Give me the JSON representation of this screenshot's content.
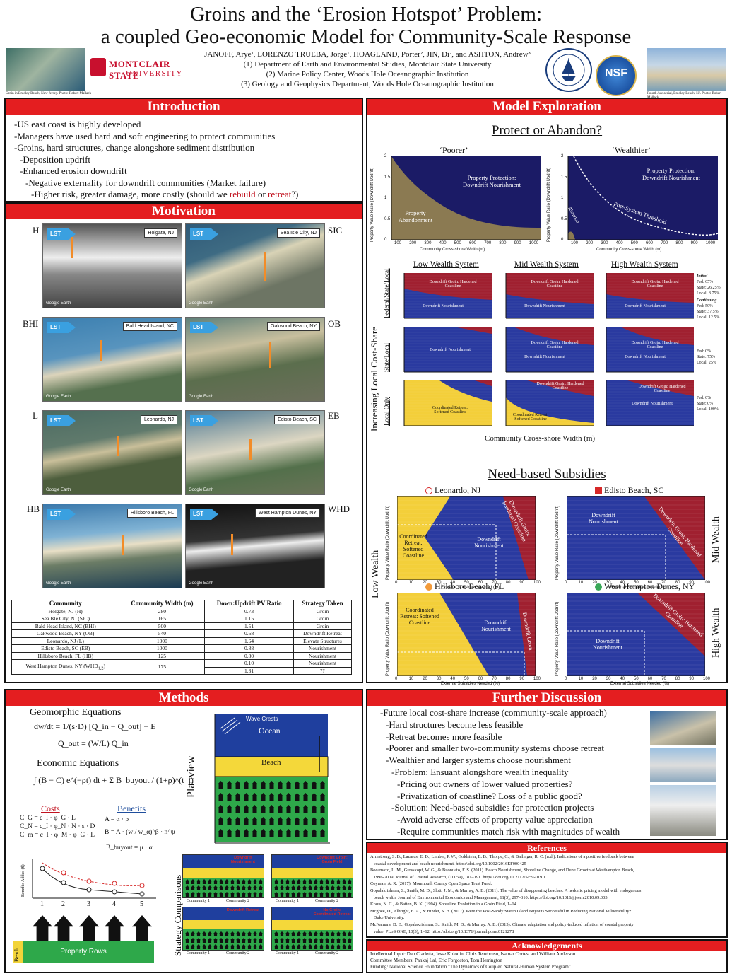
{
  "header": {
    "title_line1": "Groins and the ‘Erosion Hotspot’ Problem:",
    "title_line2": "a coupled Geo-economic Model for Community-Scale Response",
    "authors": "JANOFF, Arye¹, LORENZO TRUEBA, Jorge¹, HOAGLAND, Porter², JIN, Di², and ASHTON, Andrew³",
    "affil1": "(1) Department of Earth and Environmental Studies, Montclair State University",
    "affil2": "(2) Marine Policy Center, Woods Hole Oceanographic Institution",
    "affil3": "(3) Geology and Geophysics Department, Woods Hole Oceanographic Institution",
    "photo_left_caption": "Groin in Bradley Beach, New Jersey. Photo: Robert Mallack",
    "photo_right_caption": "Fourth Ave aerial, Bradley Beach, NJ. Photo: Robert Mallack",
    "msu_name": "MONTCLAIR STATE",
    "msu_sub": "UNIVERSITY",
    "nsf": "NSF"
  },
  "introduction": {
    "heading": "Introduction",
    "lines": [
      "-US east coast is highly developed",
      "-Managers have used hard and soft engineering to protect communities",
      "-Groins, hard structures, change alongshore sediment distribution",
      "-Deposition updrift",
      "-Enhanced erosion downdrift",
      "-Negative externality for downdrift communities (Market failure)"
    ],
    "last_line_prefix": "-Higher risk, greater damage, more costly (should we ",
    "rebuild": "rebuild",
    "or": " or ",
    "retreat": "retreat",
    "last_line_suffix": "?)"
  },
  "motivation": {
    "heading": "Motivation",
    "lst": "LST",
    "images": [
      {
        "abbr": "H",
        "tag": "Holgate, NJ"
      },
      {
        "abbr": "SIC",
        "tag": "Sea Isle City, NJ"
      },
      {
        "abbr": "BHI",
        "tag": "Bald Head Island, NC"
      },
      {
        "abbr": "OB",
        "tag": "Oakwood Beach, NY"
      },
      {
        "abbr": "L",
        "tag": "Leonardo, NJ"
      },
      {
        "abbr": "EB",
        "tag": "Edisto Beach, SC"
      },
      {
        "abbr": "HB",
        "tag": "Hillsboro Beach, FL"
      },
      {
        "abbr": "WHD",
        "tag": "West Hampton Dunes, NY"
      }
    ],
    "google": "Google Earth",
    "table": {
      "headers": [
        "Community",
        "Community Width (m)",
        "Down:Updrift PV Ratio",
        "Strategy Taken"
      ],
      "rows": [
        [
          "Holgate, NJ (H)",
          "280",
          "0.73",
          "Groin"
        ],
        [
          "Sea Isle City, NJ (SIC)",
          "165",
          "1.15",
          "Groin"
        ],
        [
          "Bald Head Island, NC (BHI)",
          "500",
          "1.51",
          "Groin"
        ],
        [
          "Oakwood Beach, NY (OB)",
          "540",
          "0.68",
          "Downdrift Retreat"
        ],
        [
          "Leonardo, NJ (L)",
          "1000",
          "1.64",
          "Elevate Structures"
        ],
        [
          "Edisto Beach, SC (EB)",
          "1000",
          "0.88",
          "Nourishment"
        ],
        [
          "Hillsboro Beach, FL (HB)",
          "125",
          "0.80",
          "Nourishment"
        ]
      ],
      "last_community": "West Hampton Dunes, NY (WHD",
      "last_sub": "1,2",
      "last_width": "175",
      "last_ratio1": "0.10",
      "last_strat1": "Nourishment",
      "last_ratio2": "1.31",
      "last_strat2": "??"
    }
  },
  "model": {
    "heading": "Model Exploration",
    "protect_title": "Protect or Abandon?",
    "poorer": "‘Poorer’",
    "wealthier": "‘Wealthier’",
    "prop_protection": "Property Protection:",
    "downdrift_nourishment": "Downdrift Nourishment",
    "property": "Property",
    "abandonment": "Abandonment",
    "abandon": "Abandon",
    "post_system": "Post-System Threshold",
    "x_axis": "Community Cross-shore Width (m)",
    "y_axis": "Property Value Ratio (Downdrift:Updrift)",
    "x_ticks": [
      "100",
      "200",
      "300",
      "400",
      "500",
      "600",
      "700",
      "800",
      "900",
      "1000"
    ],
    "y_ticks": [
      "2",
      "1.5",
      "1",
      "0.5",
      "0"
    ],
    "low_wealth": "Low Wealth System",
    "mid_wealth": "Mid Wealth System",
    "high_wealth": "High Wealth System",
    "rows": [
      "Federal/State/Local",
      "State/Local",
      "Local Only"
    ],
    "increasing": "Increasing Local Cost-Share",
    "groin_label": "Downdrift Groin: Hardened Coastline",
    "nour_label": "Downdrift Nourishment",
    "retreat_label": "Coordinated Retreat: Softened Coastline",
    "initial": "Initial",
    "fed_init": "Fed: 65%",
    "state_init": "State: 26.25%",
    "local_init": "Local: 8.75%",
    "continuing": "Continuing",
    "fed_cont": "Fed: 50%",
    "state_cont": "State: 37.5%",
    "local_cont": "Local: 12.5%",
    "fed_0": "Fed: 0%",
    "state_75": "State: 75%",
    "local_25": "Local: 25%",
    "local_100": "Local: 100%",
    "grid_x_axis": "Community Cross-shore Width (m)",
    "need_title": "Need-based Subsidies",
    "leonardo": "Leonardo, NJ",
    "edisto": "Edisto Beach, SC",
    "hillsboro": "Hillsboro Beach, FL",
    "whd": "West Hampton Dunes, NY",
    "mid_w": "Mid Wealth",
    "low_w": "Low Wealth",
    "high_w": "High Wealth",
    "ext_sub": "External Subsidies Needed (%)",
    "dd_groin_hardened": "Downdrift Groin: Hardened Coastline",
    "dd_groin": "Downdrift Groin",
    "coord_retreat": "Coordinated Retreat: Softened Coastline",
    "sub_x_ticks": [
      "0",
      "10",
      "20",
      "30",
      "40",
      "50",
      "60",
      "70",
      "80",
      "90",
      "100"
    ]
  },
  "methods": {
    "heading": "Methods",
    "geo_eq": "Geomorphic Equations",
    "eq1": "dw/dt = 1/(s·D) [Q_in − Q_out] − E",
    "eq2": "Q_out = (W/L) Q_in",
    "econ_eq": "Economic Equations",
    "eq3": "∫ (B − C) e^(−ρt) dt + Σ B_buyout / (1+ρ)^(t_j)",
    "costs": "Costs",
    "benefits": "Benefits",
    "c_g": "C_G = c_I · φ_G · L",
    "c_n": "C_N = c_I · φ_N · N · s · D",
    "c_m": "C_m = c_I · φ_M · φ_G · L",
    "b1": "A = α · ρ",
    "b2": "B = A · (w / w_α)^β · n^ψ",
    "b3": "B_buyout = μ · α",
    "planview": "Planview",
    "wave_crests": "Wave Crests",
    "ocean": "Ocean",
    "beach": "Beach",
    "strategy_comparisons": "Strategy Comparisons",
    "property_rows": "Property Rows",
    "beach_side": "Beach",
    "benefits_added": "Benefits Added ($)",
    "row_ticks": [
      "1",
      "2",
      "3",
      "4",
      "5"
    ],
    "sc_labels": [
      "Downdrift Nourishment",
      "Downdrift Groin: Groin Field",
      "Downdrift Retreat",
      "No Groin: Coordinated Retreat"
    ],
    "community1": "Community 1",
    "community2": "Community 2"
  },
  "discussion": {
    "heading": "Further Discussion",
    "lines": [
      "-Future local cost-share increase (community-scale approach)",
      "-Hard structures become less feasible",
      "-Retreat becomes more feasible",
      "-Poorer and smaller two-community systems choose retreat",
      "-Wealthier and larger systems choose nourishment",
      "-Problem: Ensuant alongshore wealth inequality",
      "-Pricing out owners of lower valued properties?",
      "-Privatization of coastline? Loss of a public good?",
      "-Solution: Need-based subsidies for protection projects",
      "-Avoid adverse effects of property value appreciation",
      "-Require communities match risk with magnitudes of wealth"
    ]
  },
  "references": {
    "heading": "References",
    "items": [
      "Armstrong, S. B., Lazarus, E. D., Limber, P. W., Goldstein, E. B., Thorpe, C., & Ballinger, R. C. (n.d.). Indications of a positive feedback between",
      "   coastal development and beach nourishment. https://doi.org/10.1002/2016EF000425",
      "Bocamazo, L. M., Grosskopf, W. G., & Buonuato, F. S. (2011). Beach Nourishment, Shoreline Change, and Dune Growth at Westhampton Beach,",
      "   1996-2009. Journal of Coastal Research, (10059), 181–191. https://doi.org/10.2112/SI59-019.1",
      "Coyman, A. R. (2017). Monmouth County Open Space Trust Fund.",
      "Gopalakrishnan, S., Smith, M. D., Slott, J. M., & Murray, A. B. (2011). The value of disappearing beaches: A hedonic pricing model with endogenous",
      "   beach width. Journal of Environmental Economics and Management, 61(3), 297–310. https://doi.org/10.1016/j.jeem.2010.09.003",
      "Kraus, N. C., & Batten, B. K. (1994). Shoreline Evolution in a Groin Field, 1–14.",
      "Mcghee, D., Albright, E. A., & Binder, S. B. (2017). Were the Post-Sandy Staten Island Buyouts Successful in Reducing National Vulnerability?",
      "   Duke University.",
      "McNamara, D. E., Gopalakrishnan, S., Smith, M. D., & Murray, A. B. (2015). Climate adaptation and policy-induced inflation of coastal property",
      "   value. PLoS ONE, 10(3), 1–12. https://doi.org/10.1371/journal.pone.0121278"
    ]
  },
  "acknowledgements": {
    "heading": "Acknowledgements",
    "lines": [
      "Intellectual Input: Dan Ciarletta, Jesse Kolodin, Chris Tenebruso, Isamar Cortes, and William Anderson",
      "Committee Members: Pankaj Lal, Eric Forgoston, Tom Herrington",
      "Funding: National Science Foundation \"The Dynamics of Coupled Natural-Human System Program\""
    ]
  }
}
